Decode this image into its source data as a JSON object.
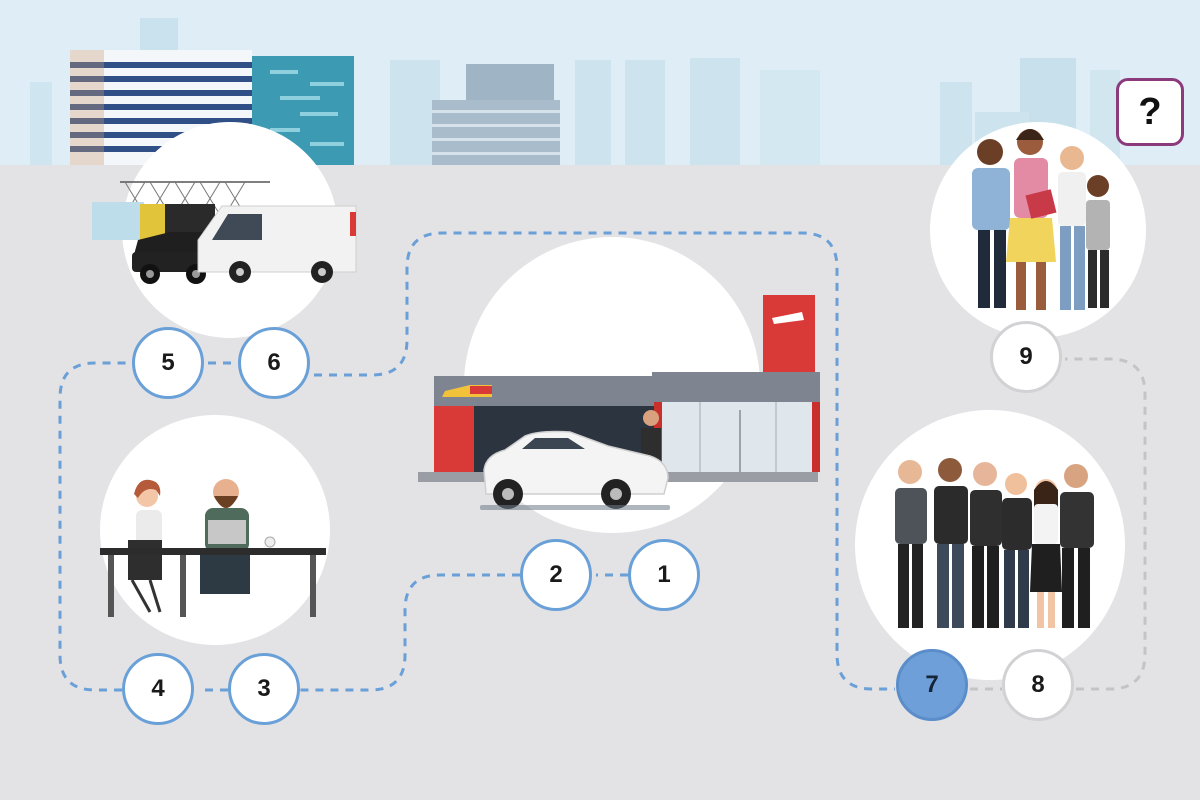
{
  "help_button": {
    "label": "?",
    "icon": "question-icon",
    "border_color": "#8b3a7c"
  },
  "steps": [
    {
      "number": "1",
      "illustration": "dealership-building",
      "status": "upcoming"
    },
    {
      "number": "2",
      "illustration": "dealership-building",
      "status": "upcoming"
    },
    {
      "number": "3",
      "illustration": "office-desk-workers",
      "status": "upcoming"
    },
    {
      "number": "4",
      "illustration": "office-desk-workers",
      "status": "upcoming"
    },
    {
      "number": "5",
      "illustration": "vehicle-fleet-lot",
      "status": "upcoming"
    },
    {
      "number": "6",
      "illustration": "vehicle-fleet-lot",
      "status": "upcoming"
    },
    {
      "number": "7",
      "illustration": "staff-team",
      "status": "current"
    },
    {
      "number": "8",
      "illustration": "staff-team",
      "status": "completed"
    },
    {
      "number": "9",
      "illustration": "family-group",
      "status": "completed"
    }
  ],
  "colors": {
    "path_upcoming": "#6a9fd8",
    "path_completed": "#c4c4c6",
    "node_active_fill": "#6e9fd8",
    "brand_red": "#d93a37",
    "sky": "#dfeef6",
    "ground": "#e3e3e5"
  }
}
